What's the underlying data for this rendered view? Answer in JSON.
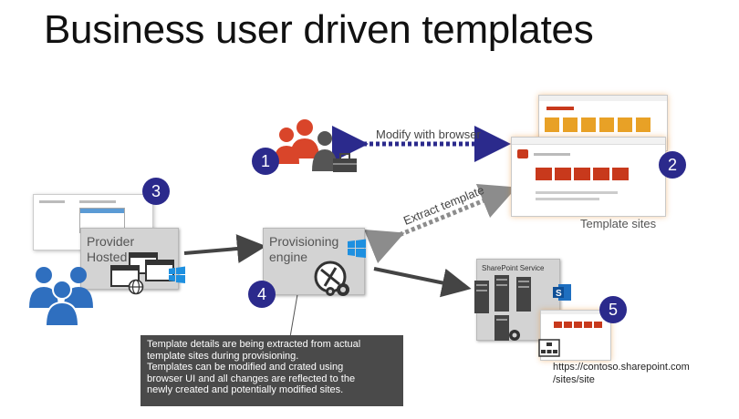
{
  "title": "Business user driven templates",
  "steps": [
    "1",
    "2",
    "3",
    "4",
    "5"
  ],
  "arrows": {
    "modify": "Modify with browser",
    "extract": "Extract template"
  },
  "template_sites_label": "Template sites",
  "provider": {
    "line1": "Provider",
    "line2": "Hosted"
  },
  "engine": {
    "line1": "Provisioning",
    "line2": "engine"
  },
  "sharepoint_service": "SharePoint Service",
  "url": {
    "line1": "https://contoso.sharepoint.com",
    "line2": "/sites/site"
  },
  "callout": {
    "line1": "Template details are being extracted from actual",
    "line2": "template sites during provisioning.",
    "line3": "Templates can be modified and crated using",
    "line4": "browser UI and all changes are reflected to the",
    "line5": "newly created and potentially modified sites."
  },
  "colors": {
    "badge": "#2b2a8c",
    "users_red": "#d9452a",
    "users_blue": "#2f6fbf",
    "arrow_blue": "#2b2a8c",
    "arrow_gray": "#8c8c8c",
    "callout_bg": "#4a4a4a"
  },
  "icons": [
    "user-group-icon",
    "toolbox-icon",
    "windows-logo-icon",
    "globe-icon",
    "gear-icon",
    "server-icon",
    "sharepoint-logo-icon"
  ]
}
